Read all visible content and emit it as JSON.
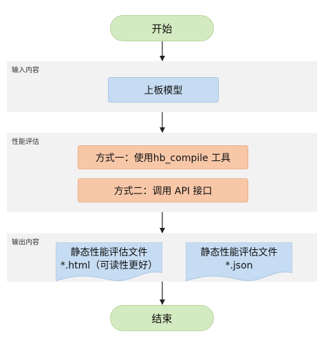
{
  "flow": {
    "start": "开始",
    "end": "结束"
  },
  "sections": {
    "input": {
      "label": "输入内容",
      "node": "上板模型"
    },
    "evaluation": {
      "label": "性能评估",
      "method_1": "方式一：使用hb_compile 工具",
      "method_2": "方式二：调用 API 接口"
    },
    "output": {
      "label": "输出内容",
      "doc_html_line1": "静态性能评估文件",
      "doc_html_line2": "*.html（可读性更好）",
      "doc_json_line1": "静态性能评估文件",
      "doc_json_line2": "*.json"
    }
  },
  "colors": {
    "terminal_fill": "#d4eac0",
    "process_blue": "#c6dcf2",
    "process_orange": "#f7c7a8",
    "panel_background": "#f2f2f2"
  }
}
